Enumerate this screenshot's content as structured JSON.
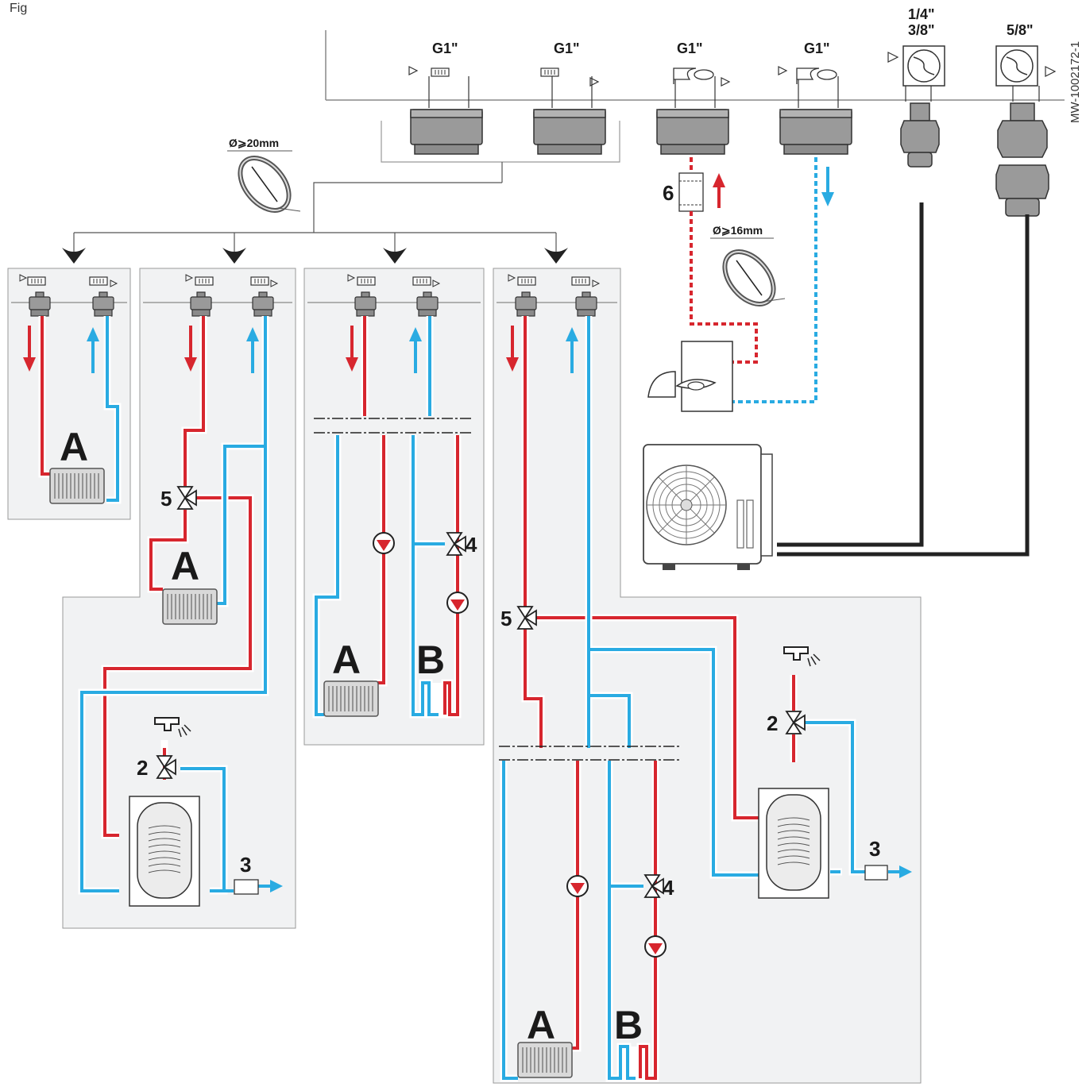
{
  "figure_label": "Fig",
  "reference": "MW-1002172-1",
  "connections": [
    "G1\"",
    "G1\"",
    "G1\"",
    "G1\""
  ],
  "refrigerant_small": [
    "1/4\"",
    "3/8\""
  ],
  "refrigerant_large": "5/8\"",
  "pipe_diameter_main": "Ø⩾20mm",
  "pipe_diameter_boiler": "Ø⩾16mm",
  "item_labels": {
    "A": "A",
    "B": "B",
    "two": "2",
    "three": "3",
    "four": "4",
    "five": "5",
    "six": "6"
  },
  "colors": {
    "flow": "#d7262e",
    "return": "#29abe2",
    "panel": "#f1f2f3",
    "line": "#333333"
  }
}
